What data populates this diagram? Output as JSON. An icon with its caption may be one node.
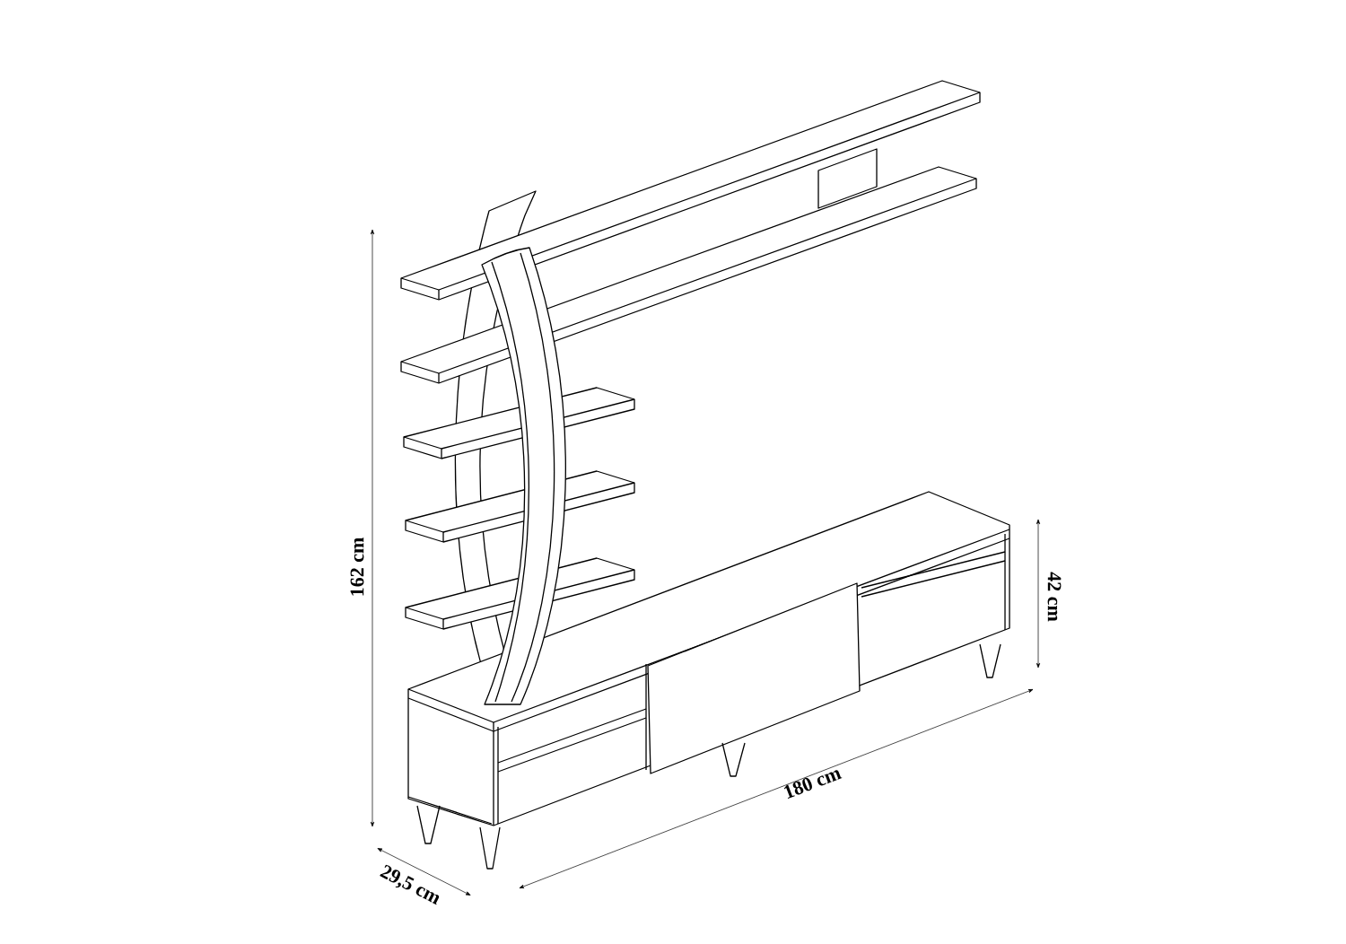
{
  "diagram": {
    "labels": [
      "162 cm",
      "42 cm",
      "180 cm",
      "29,5 cm"
    ]
  }
}
